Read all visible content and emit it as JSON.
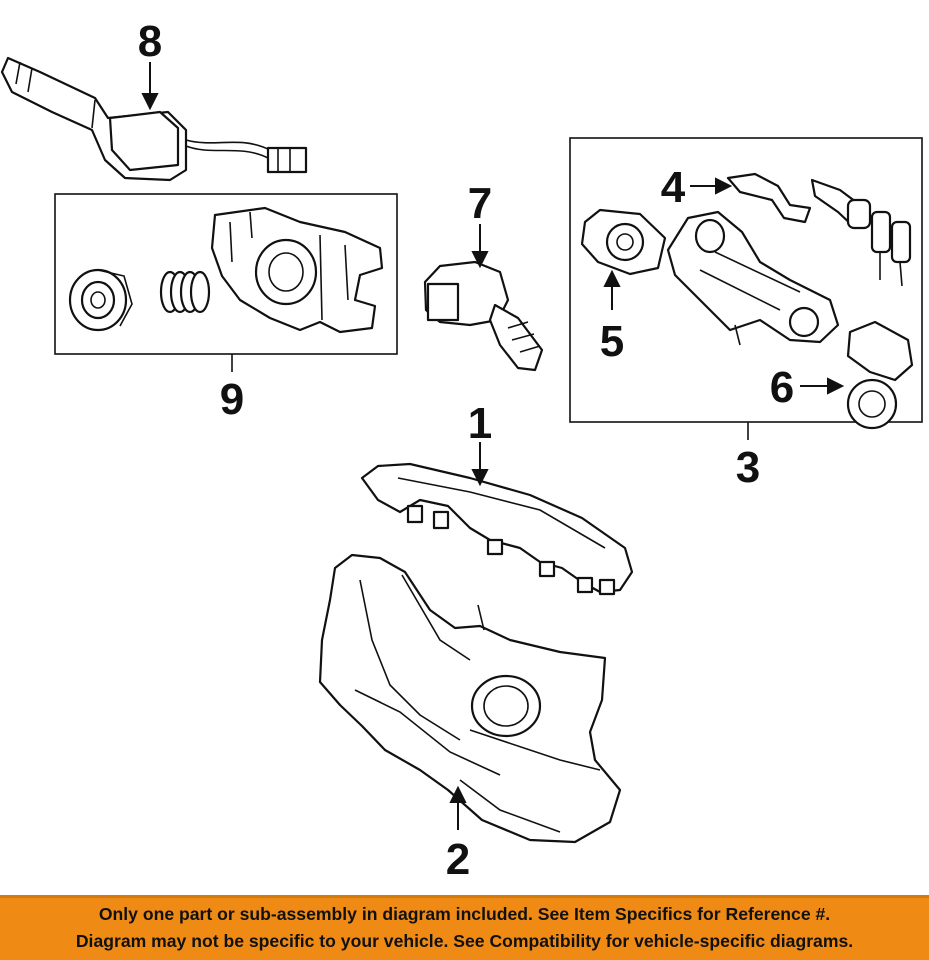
{
  "callouts": {
    "c1": "1",
    "c2": "2",
    "c3": "3",
    "c4": "4",
    "c5": "5",
    "c6": "6",
    "c7": "7",
    "c8": "8",
    "c9": "9"
  },
  "banner": {
    "line1": "Only one part or sub-assembly in diagram included. See Item Specifics for Reference #.",
    "line2": "Diagram may not be specific to your vehicle. See Compatibility for vehicle-specific diagrams."
  },
  "colors": {
    "banner_background": "#ef8a14",
    "line_art": "#111111"
  }
}
